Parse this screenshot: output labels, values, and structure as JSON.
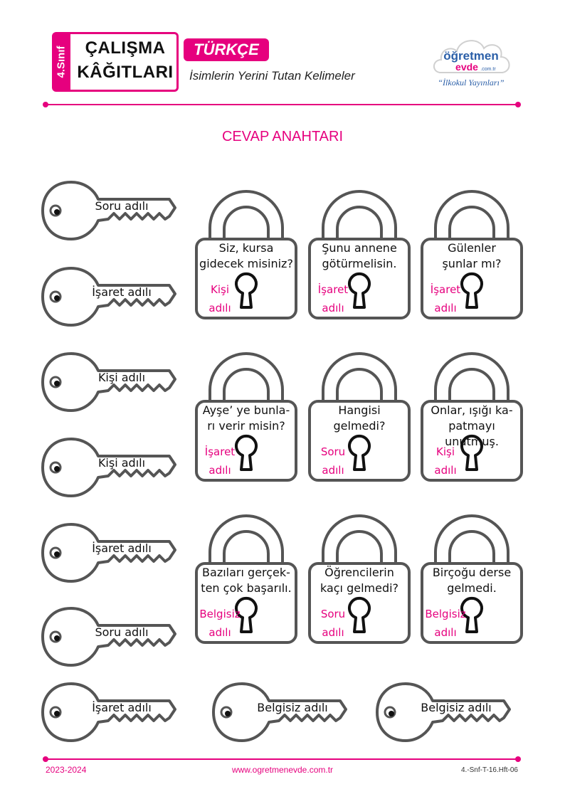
{
  "header": {
    "grade": "4.Sınıf",
    "title_line1": "ÇALIŞMA",
    "title_line2": "KÂĞITLARI",
    "subject": "TÜRKÇE",
    "topic": "İsimlerin Yerini Tutan Kelimeler",
    "logo_brand": "öğretmen",
    "logo_brand2": "evde",
    "logo_domain": ".com.tr",
    "logo_tagline": "“İlkokul Yayınları”"
  },
  "page_title": "CEVAP ANAHTARI",
  "keys": [
    {
      "label": "Soru adılı"
    },
    {
      "label": "İşaret adılı"
    },
    {
      "label": "Kişi adılı"
    },
    {
      "label": "Kişi adılı"
    },
    {
      "label": "İşaret adılı"
    },
    {
      "label": "Soru adılı"
    },
    {
      "label": "İşaret adılı"
    },
    {
      "label": "Belgisiz adılı"
    },
    {
      "label": "Belgisiz adılı"
    }
  ],
  "locks": [
    {
      "question": "Siz, kursa\ngidecek misiniz?",
      "answer": "Kişi\nadılı"
    },
    {
      "question": "Şunu annene\ngötürmelisin.",
      "answer": "İşaret\nadılı"
    },
    {
      "question": "Gülenler\nşunlar mı?",
      "answer": "İşaret\nadılı"
    },
    {
      "question": "Ayşe’ ye bunla-\nrı verir misin?",
      "answer": "İşaret\nadılı"
    },
    {
      "question": "Hangisi\ngelmedi?",
      "answer": "Soru\nadılı"
    },
    {
      "question": "Onlar, ışığı ka-\npatmayı unutmuş.",
      "answer": "Kişi\nadılı"
    },
    {
      "question": "Bazıları gerçek-\nten çok başarılı.",
      "answer": "Belgisiz\nadılı"
    },
    {
      "question": "Öğrencilerin\nkaçı gelmedi?",
      "answer": "Soru\nadılı"
    },
    {
      "question": "Birçoğu derse\ngelmedi.",
      "answer": "Belgisiz\nadılı"
    }
  ],
  "footer": {
    "year": "2023-2024",
    "website": "www.ogretmenevde.com.tr",
    "code": "4.-Snf-T-16.Hft-06"
  },
  "colors": {
    "accent": "#e6007e",
    "outline": "#555555"
  }
}
